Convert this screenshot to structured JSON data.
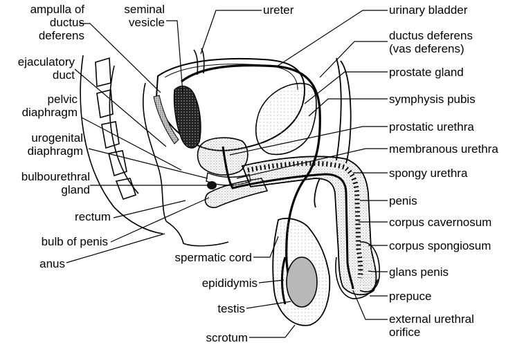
{
  "labels": {
    "ampulla": "ampulla of",
    "ampulla_2": "ductus",
    "ampulla_3": "deferens",
    "seminal": "seminal",
    "seminal_2": "vesicle",
    "ureter": "ureter",
    "urinary_bladder": "urinary bladder",
    "ductus_deferens": "ductus deferens",
    "ductus_deferens_2": "(vas deferens)",
    "ejaculatory": "ejaculatory",
    "ejaculatory_2": "duct",
    "prostate_gland": "prostate gland",
    "pelvic": "pelvic",
    "pelvic_2": "diaphragm",
    "symphysis_pubis": "symphysis pubis",
    "urogenital": "urogenital",
    "urogenital_2": "diaphragm",
    "prostatic_urethra": "prostatic urethra",
    "membranous_urethra": "membranous urethra",
    "bulbourethral": "bulbourethral",
    "bulbourethral_2": "gland",
    "spongy_urethra": "spongy urethra",
    "penis": "penis",
    "rectum": "rectum",
    "corpus_cavernosum": "corpus cavernosum",
    "bulb_of_penis": "bulb of penis",
    "corpus_spongiosum": "corpus spongiosum",
    "anus": "anus",
    "spermatic_cord": "spermatic cord",
    "glans_penis": "glans penis",
    "epididymis": "epididymis",
    "prepuce": "prepuce",
    "testis": "testis",
    "external_urethral": "external urethral",
    "external_urethral_2": "orifice",
    "scrotum": "scrotum"
  },
  "colors": {
    "line": "#000000",
    "stipple": "#9a9a9a",
    "dark": "#222222",
    "testis_fill": "#b8b8b8"
  }
}
